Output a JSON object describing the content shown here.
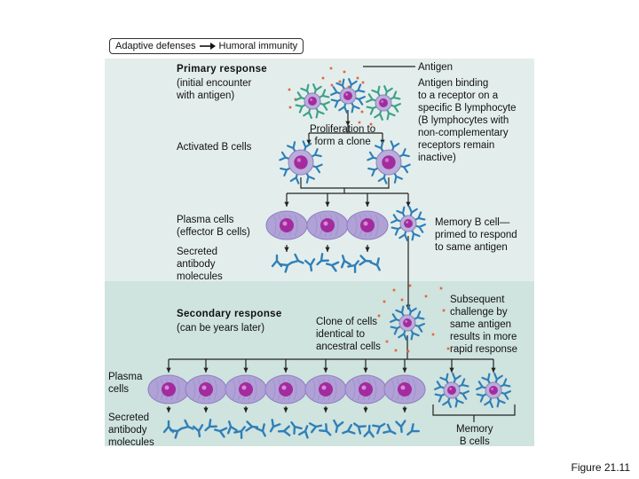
{
  "breadcrumb": {
    "left": "Adaptive defenses",
    "right": "Humoral immunity",
    "arrow_icon": "arrow-right-icon"
  },
  "primary": {
    "title": "Primary response",
    "subtitle": "(initial encounter\nwith antigen)",
    "activated": "Activated B cells",
    "proliferation": "Proliferation to\nform a clone",
    "plasma": "Plasma cells\n(effector B cells)",
    "secreted": "Secreted\nantibody\nmolecules"
  },
  "antigen": {
    "label": "Antigen",
    "binding": "Antigen binding\nto a receptor on a\nspecific B lymphocyte\n(B lymphocytes with\nnon-complementary\nreceptors remain\ninactive)"
  },
  "memory": {
    "label": "Memory B cell—\nprimed to respond\nto same antigen"
  },
  "secondary": {
    "title": "Secondary response",
    "subtitle": "(can be years later)",
    "clone": "Clone of cells\nidentical to\nancestral cells",
    "challenge": "Subsequent\nchallenge by\nsame antigen\nresults in more\nrapid response",
    "plasma": "Plasma\ncells",
    "secreted": "Secreted\nantibody\nmolecules",
    "memory": "Memory\nB cells"
  },
  "figure": "Figure 21.11",
  "colors": {
    "panel_top": "#e3eeec",
    "panel_bottom": "#cfe3df",
    "cell_fill": "#b9aedb",
    "nucleus": "#a32b9f",
    "receptor": "#2f7fb7",
    "receptor_alt": "#3ea188",
    "antigen_dot": "#e2663b",
    "plasma_fill": "#b0a1d6"
  }
}
